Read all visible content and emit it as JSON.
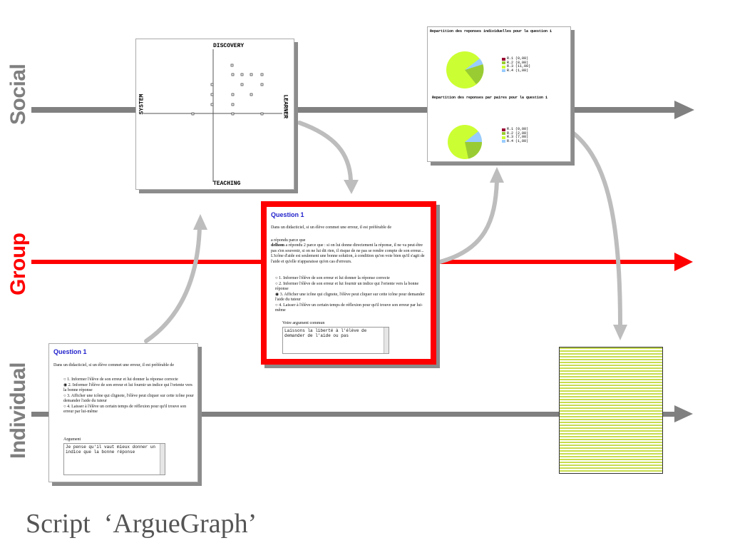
{
  "planes": {
    "social": "Social",
    "group": "Group",
    "individual": "Individual"
  },
  "colors": {
    "social_line": "#7f7f7f",
    "group_line": "#ff0000",
    "individual_line": "#7f7f7f",
    "group_label": "#ff0000",
    "plane_label": "#7f7f7f",
    "flow_arrow": "#c0c0c0"
  },
  "quadrant": {
    "top": "DISCOVERY",
    "bottom": "TEACHING",
    "left": "SYSTEM",
    "right": "LEARNER"
  },
  "group_panel": {
    "title": "Question 1",
    "intro": "Dans un didacticiel, si un élève commet une erreur, il est préférable de",
    "lead": "a répondu parce que",
    "answer_name": "delhom",
    "answer_text": " a répondu 2 parce que : si on lui donne directement la réponse, il ne va peut-être pas s'en souvenir, si on ne lui dit rien, il risque de ne pas se rendre compte de son erreur... L'icône d'aide est seulement une bonne solution, à condition qu'on voie bien qu'il s'agit de l'aide et qu'elle n'apparaisse qu'en cas d'erreurs.",
    "options": [
      "1. Informer l'élève de son erreur et lui donner la réponse correcte",
      "2. Informer l'élève de son erreur et lui fournir un indice qui l'oriente vers la bonne réponse",
      "3. Afficher une icône qui clignote, l'élève peut cliquer sur cette icône pour demander l'aide du tuteur",
      "4. Laisser à l'élève un certain temps de réflexion pour qu'il trouve son erreur par lui-même"
    ],
    "field_label": "Votre argument commun",
    "field_value": "Laissons la liberté à l'élève de demander de l'aide ou pas"
  },
  "individual_panel": {
    "title": "Question 1",
    "intro": "Dans un didacticiel, si un élève commet une erreur, il est préférable de",
    "options": [
      "1. Informer l'élève de son erreur et lui donner la réponse correcte",
      "2. Informer l'élève de son erreur et lui fournir un indice qui l'oriente vers la bonne réponse",
      "3. Afficher une icône qui clignote, l'élève peut cliquer sur cette icône pour demander l'aide du tuteur",
      "4. Laisser à l'élève un certain temps de réflexion pour qu'il trouve son erreur par lui-même"
    ],
    "field_label": "Argument",
    "field_value": "Je pense qu'il vaut mieux donner un indice que la bonne réponse"
  },
  "stats_panel": {
    "title1": "Repartition des reponses individuelles pour la question 1",
    "title2": "Repartition des reponses par paires pour la question 1",
    "legend1": [
      "R.1  (0,00)",
      "R.2  (8,00)",
      "R.3  (11,00)",
      "R.4  (1,00)"
    ],
    "legend2": [
      "R.1  (0,00)",
      "R.2  (2,00)",
      "R.3  (7,00)",
      "R.4  (1,00)"
    ],
    "legend_colors": [
      "#990033",
      "#99cc33",
      "#ccff33",
      "#99ccff"
    ]
  },
  "caption": "Script  ‘ArgueGraph’"
}
